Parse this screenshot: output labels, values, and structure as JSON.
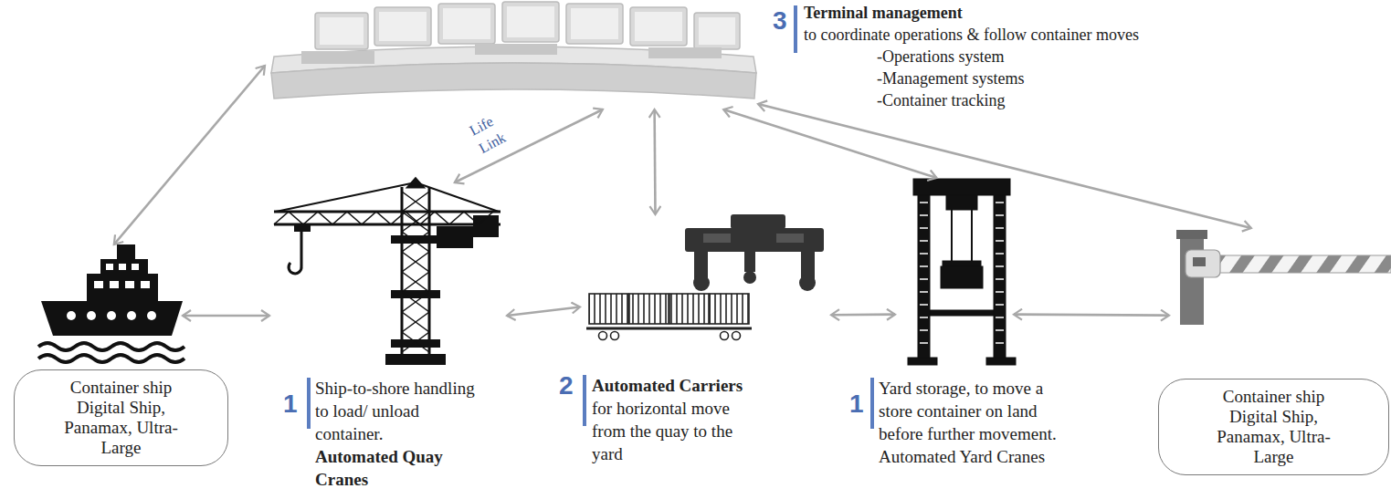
{
  "diagram": {
    "nodes": [
      {
        "text": [
          "Terminal management",
          "to coordinate operations & follow container moves",
          "-Operations system",
          "-Management systems",
          "-Container tracking"
        ]
      },
      {
        "text": [
          "Container ship Digital Ship, Panamax, Ultra- Large"
        ]
      },
      {
        "text": [
          "Ship-to-shore handling to load/ unload container.",
          "Automated Quay Cranes"
        ]
      },
      {
        "text": [
          "Automated Carriers",
          "for horizontal move from the quay to the yard"
        ]
      },
      {
        "text": [
          "Yard storage, to move a store container on land before further movement.",
          "Automated Yard Cranes"
        ]
      },
      {
        "text": [
          "Container ship Digital Ship, Panamax, Ultra- Large"
        ]
      }
    ],
    "edges": [
      {
        "from": 0,
        "to": 1,
        "arrow": "both"
      },
      {
        "from": 0,
        "to": 2,
        "label": "Life Link",
        "arrow": "both"
      },
      {
        "from": 0,
        "to": 3,
        "arrow": "both"
      },
      {
        "from": 0,
        "to": 4,
        "arrow": "both"
      },
      {
        "from": 0,
        "to": 5,
        "arrow": "both"
      },
      {
        "from": 1,
        "to": 2,
        "arrow": "both"
      },
      {
        "from": 2,
        "to": 3,
        "arrow": "both"
      },
      {
        "from": 3,
        "to": 4,
        "arrow": "both"
      },
      {
        "from": 4,
        "to": 5,
        "arrow": "both"
      }
    ],
    "labels": [
      "3",
      "1",
      "2",
      "1"
    ]
  }
}
